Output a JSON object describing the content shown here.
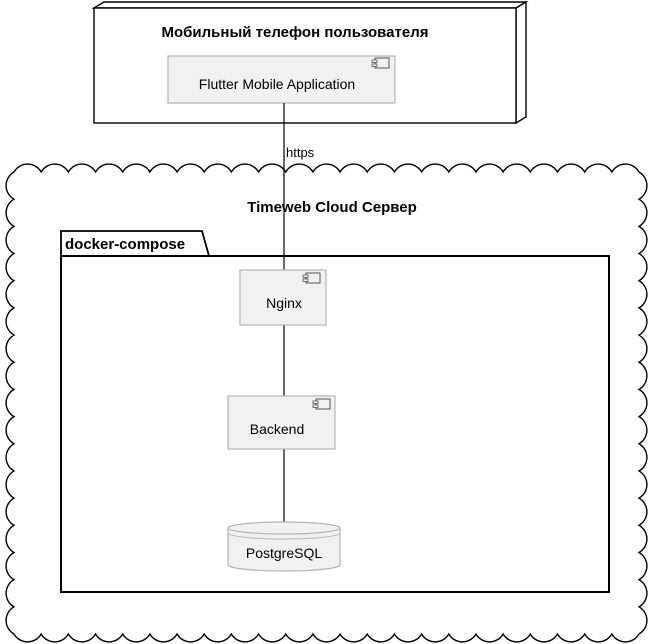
{
  "nodes": {
    "phone": {
      "title": "Мобильный телефон пользователя",
      "component": "Flutter Mobile Application"
    },
    "cloud": {
      "title": "Timeweb Cloud Сервер"
    },
    "package": {
      "title": "docker-compose"
    },
    "nginx": {
      "label": "Nginx"
    },
    "backend": {
      "label": "Backend"
    },
    "database": {
      "label": "PostgreSQL"
    }
  },
  "edges": {
    "phone_to_nginx": {
      "label": "https"
    }
  },
  "icons": {
    "component": "uml-component-icon",
    "database": "database-cylinder-icon",
    "cloud": "cloud-outline-icon"
  },
  "colors": {
    "stroke": "#000000",
    "component_fill": "#f1f1f1",
    "component_stroke": "#b5b5b5",
    "background": "#ffffff"
  }
}
